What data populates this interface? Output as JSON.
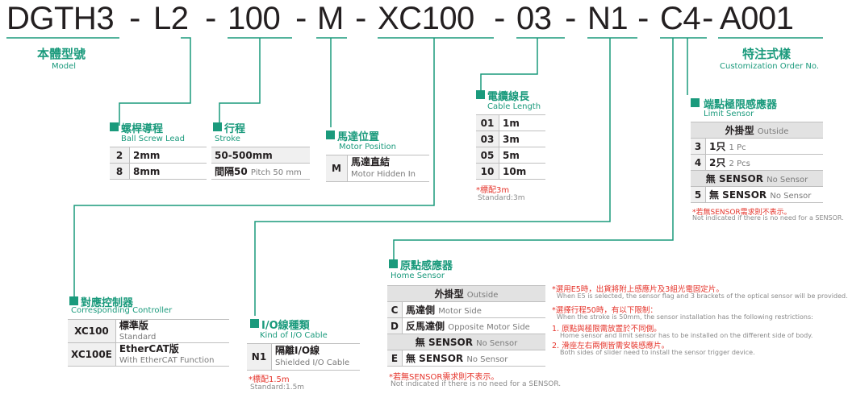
{
  "code": {
    "s1": "DGTH3",
    "s2": "L2",
    "s3": "100",
    "s4": "M",
    "s5": "XC100",
    "s6": "03",
    "s7": "N1",
    "s8": "C4",
    "s9": "A001",
    "sep": "-"
  },
  "model": {
    "title": "本體型號",
    "sub": "Model"
  },
  "custom": {
    "title": "特注式樣",
    "sub": "Customization Order No."
  },
  "lead": {
    "title": "螺桿導程",
    "sub": "Ball Screw Lead",
    "rows": [
      {
        "k": "2",
        "v": "2mm"
      },
      {
        "k": "8",
        "v": "8mm"
      }
    ]
  },
  "stroke": {
    "title": "行程",
    "sub": "Stroke",
    "r1": "50-500mm",
    "r2": "間隔50",
    "r2s": "Pitch 50 mm"
  },
  "motor": {
    "title": "馬達位置",
    "sub": "Motor Position",
    "k": "M",
    "v": "馬達直結",
    "vs": "Motor Hidden In"
  },
  "cable": {
    "title": "電纜線長",
    "sub": "Cable Length",
    "rows": [
      {
        "k": "01",
        "v": "1m"
      },
      {
        "k": "03",
        "v": "3m"
      },
      {
        "k": "05",
        "v": "5m"
      },
      {
        "k": "10",
        "v": "10m"
      }
    ],
    "note": "*標配3m",
    "gnote": "Standard:3m"
  },
  "limit": {
    "title": "端點極限感應器",
    "sub": "Limit Sensor",
    "hd": "外掛型",
    "hds": "Outside",
    "rows": [
      {
        "k": "3",
        "v": "1只",
        "s": "1 Pc"
      },
      {
        "k": "4",
        "v": "2只",
        "s": "2 Pcs"
      }
    ],
    "none": "無 SENSOR",
    "nones": "No Sensor",
    "k5": "5",
    "v5": "無 SENSOR",
    "s5": "No Sensor",
    "note": "*若無SENSOR需求則不表示。",
    "gnote": "Not indicated if there is no need for a SENSOR."
  },
  "controller": {
    "title": "對應控制器",
    "sub": "Corresponding Controller",
    "rows": [
      {
        "k": "XC100",
        "v": "標準版",
        "s": "Standard"
      },
      {
        "k": "XC100E",
        "v": "EtherCAT版",
        "s": "With EtherCAT Function"
      }
    ]
  },
  "io": {
    "title": "I/O線種類",
    "sub": "Kind of I/O Cable",
    "k": "N1",
    "v": "隔離I/O線",
    "s": "Shielded I/O Cable",
    "note": "*標配1.5m",
    "gnote": "Standard:1.5m"
  },
  "home": {
    "title": "原點感應器",
    "sub": "Home Sensor",
    "hd": "外掛型",
    "hds": "Outside",
    "rows": [
      {
        "k": "C",
        "v": "馬達側",
        "s": "Motor Side"
      },
      {
        "k": "D",
        "v": "反馬達側",
        "s": "Opposite Motor Side"
      }
    ],
    "none": "無 SENSOR",
    "nones": "No Sensor",
    "ke": "E",
    "ve": "無 SENSOR",
    "se": "No Sensor",
    "note": "*若無SENSOR需求則不表示。",
    "gnote": "Not indicated if there is no need for a SENSOR."
  },
  "notes": {
    "n1": "*選用E5時，出貨將附上感應片及3組光電固定片。",
    "n1g": "When E5 is selected, the sensor flag and 3 brackets of the optical sensor will be provided.",
    "n2": "*選擇行程50時，有以下限制：",
    "n2g": "When the stroke is 50mm, the sensor installation has the following restrictions:",
    "n3": "1. 原點與極限需放置於不同側。",
    "n3g": "Home sensor and limit sensor has to be installed on the different side of body.",
    "n4": "2. 滑座左右兩側皆需安裝感應片。",
    "n4g": "Both sides of slider need to install the sensor trigger device."
  },
  "colors": {
    "accent": "#1a9a7c",
    "red": "#e5332a",
    "text": "#231f20"
  }
}
